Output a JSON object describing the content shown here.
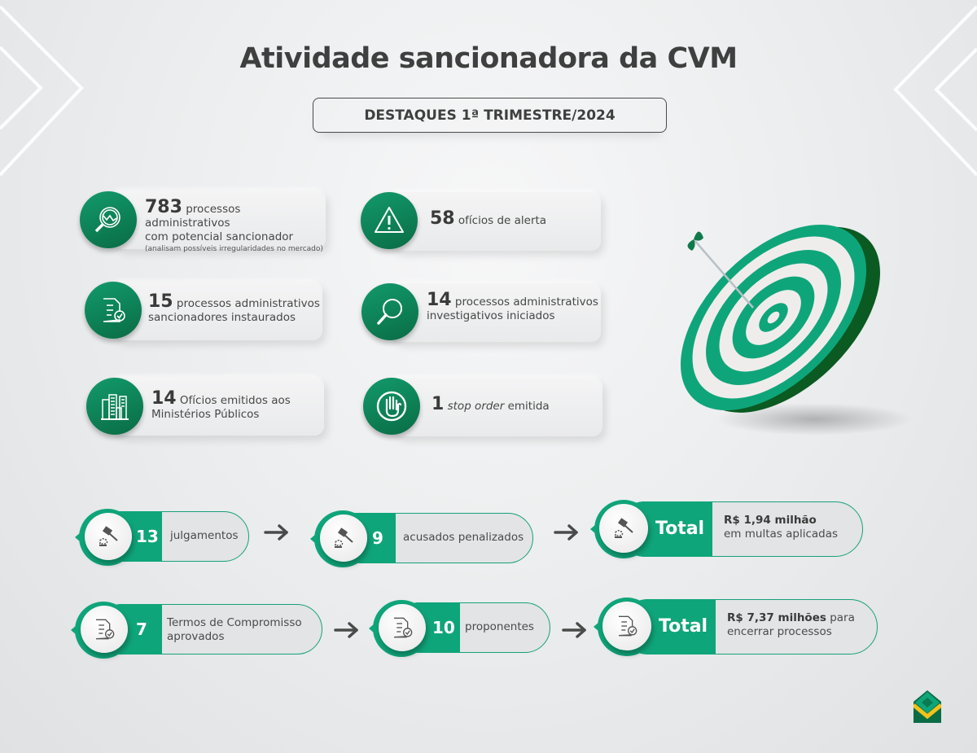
{
  "header": {
    "title": "Atividade sancionadora da CVM",
    "subtitle": "DESTAQUES 1ª TRIMESTRE/2024"
  },
  "stats": [
    {
      "icon": "magnifier-chart-icon",
      "value": "783",
      "text_line1": "processos administrativos",
      "text_line2": "com potencial sancionador",
      "note": "(analisam possíveis irregularidades no mercado)"
    },
    {
      "icon": "warning-triangle-icon",
      "value": "58",
      "text_line1": "ofícios de alerta"
    },
    {
      "icon": "document-check-icon",
      "value": "15",
      "text_line1": "processos administrativos",
      "text_line2": "sancionadores instaurados"
    },
    {
      "icon": "magnifier-icon",
      "value": "14",
      "text_line1": "processos administrativos",
      "text_line2": "investigativos iniciados"
    },
    {
      "icon": "buildings-icon",
      "value": "14",
      "text_line1": "Ofícios emitidos aos",
      "text_line2": "Ministérios Públicos"
    },
    {
      "icon": "stop-hand-icon",
      "value": "1",
      "text_italic": "stop order",
      "text_line1": "emitida"
    }
  ],
  "flows": [
    {
      "name": "julgamentos",
      "steps": [
        {
          "icon": "gavel-icon",
          "value": "13",
          "label": "julgamentos"
        },
        {
          "icon": "gavel-icon",
          "value": "9",
          "label": "acusados penalizados"
        },
        {
          "icon": "gavel-icon",
          "value": "Total",
          "label_bold": "R$ 1,94 milhão",
          "label": "em multas aplicadas"
        }
      ]
    },
    {
      "name": "termos",
      "steps": [
        {
          "icon": "document-check-icon",
          "value": "7",
          "label_line1": "Termos de Compromisso",
          "label_line2": "aprovados"
        },
        {
          "icon": "document-check-icon",
          "value": "10",
          "label": "proponentes"
        },
        {
          "icon": "document-check-icon",
          "value": "Total",
          "label_bold": "R$ 7,37 milhões",
          "label_suffix": "para",
          "label": "encerrar processos"
        }
      ]
    }
  ],
  "colors": {
    "primary_green": "#0fa57a",
    "dark_green": "#0a6c45",
    "text": "#3f3f3f",
    "logo_yellow": "#f2c21b"
  },
  "illustration": {
    "icon": "dartboard-target-icon"
  },
  "logo": {
    "icon": "cvm-logo-icon"
  }
}
